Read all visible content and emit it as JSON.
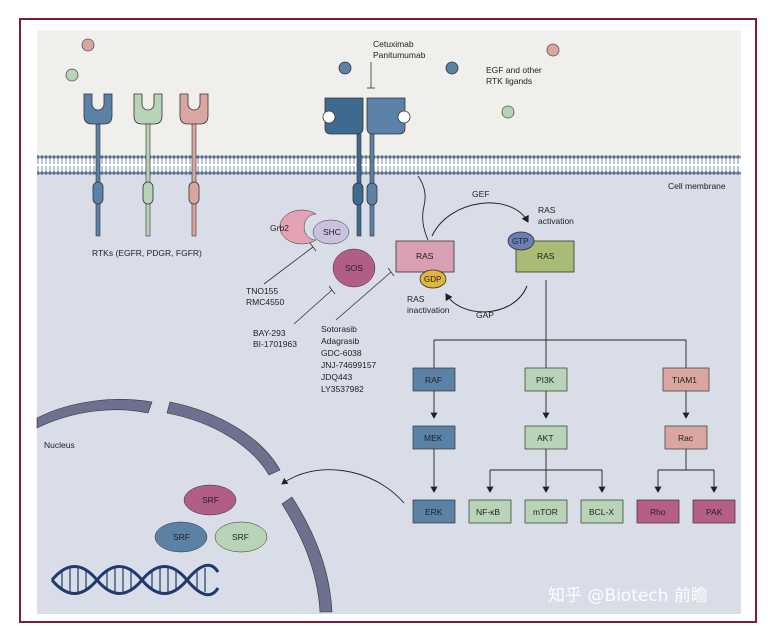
{
  "labels": {
    "drugs_top": [
      "Cetuximab",
      "Panitumumab"
    ],
    "ligands": [
      "EGF and other",
      "RTK ligands"
    ],
    "membrane": "Cell membrane",
    "rtks": "RTKs (EGFR, PDGR, FGFR)",
    "grb2": "Grb2",
    "shc": "SHC",
    "sos": "SOS",
    "shp2_inhibitors": [
      "TNO155",
      "RMC4550"
    ],
    "sos_inhibitors": [
      "BAY-293",
      "BI-1701963"
    ],
    "kras_inhibitors": [
      "Sotorasib",
      "Adagrasib",
      "GDC-6038",
      "JNJ-74699157",
      "JDQ443",
      "LY3537982"
    ],
    "ras_gdp": "RAS",
    "gdp": "GDP",
    "ras_gtp": "RAS",
    "gtp": "GTP",
    "gef": "GEF",
    "gap": "GAP",
    "ras_activation": [
      "RAS",
      "activation"
    ],
    "ras_inactivation": [
      "RAS",
      "inactivation"
    ],
    "raf": "RAF",
    "mek": "MEK",
    "erk": "ERK",
    "pi3k": "PI3K",
    "akt": "AKT",
    "nfkb": "NF-κB",
    "mtor": "mTOR",
    "bclx": "BCL-X",
    "tiam1": "TIAM1",
    "rac": "Rac",
    "rho": "Rho",
    "pak": "PAK",
    "nucleus": "Nucleus",
    "srf": [
      "SRF",
      "SRF",
      "SRF"
    ],
    "watermark": "知乎 @Biotech 前瞻"
  },
  "colors": {
    "frame": "#7a1f3a",
    "extracellular": "#f1efec",
    "cytoplasm": "#d8dde8",
    "membrane": "#5a6f90",
    "raf_path": "#5b82a6",
    "pi3k_path": "#b8d3b6",
    "rac_path": "#b65f83",
    "tiam_path": "#d9a6a0",
    "ras": "#d9a0b4",
    "ras_active": "#a9bc76",
    "gdp": "#e0b63a",
    "gtp": "#6c7fb3",
    "sos": "#b25d85",
    "shc": "#c9c1de",
    "grb2": "#e3a3b5",
    "nucleus_envelope": "#6d7190",
    "dna": "#1f3a6e"
  }
}
